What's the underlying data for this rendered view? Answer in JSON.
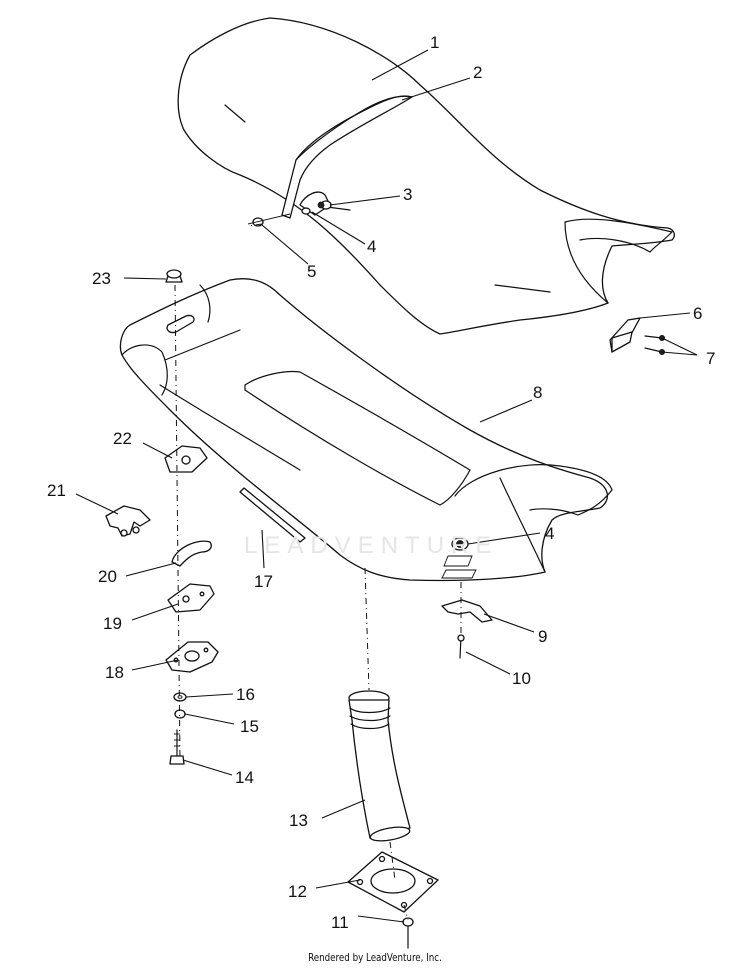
{
  "diagram": {
    "callouts": [
      {
        "id": "c1",
        "text": "1"
      },
      {
        "id": "c2",
        "text": "2"
      },
      {
        "id": "c3",
        "text": "3"
      },
      {
        "id": "c4a",
        "text": "4"
      },
      {
        "id": "c5",
        "text": "5"
      },
      {
        "id": "c6",
        "text": "6"
      },
      {
        "id": "c7",
        "text": "7"
      },
      {
        "id": "c8",
        "text": "8"
      },
      {
        "id": "c4b",
        "text": "4"
      },
      {
        "id": "c9",
        "text": "9"
      },
      {
        "id": "c10",
        "text": "10"
      },
      {
        "id": "c11",
        "text": "11"
      },
      {
        "id": "c12",
        "text": "12"
      },
      {
        "id": "c13",
        "text": "13"
      },
      {
        "id": "c14",
        "text": "14"
      },
      {
        "id": "c15",
        "text": "15"
      },
      {
        "id": "c16",
        "text": "16"
      },
      {
        "id": "c17",
        "text": "17"
      },
      {
        "id": "c18",
        "text": "18"
      },
      {
        "id": "c19",
        "text": "19"
      },
      {
        "id": "c20",
        "text": "20"
      },
      {
        "id": "c21",
        "text": "21"
      },
      {
        "id": "c22",
        "text": "22"
      },
      {
        "id": "c23",
        "text": "23"
      }
    ],
    "watermark": "LEADVENTURE",
    "footer": "Rendered by LeadVenture, Inc."
  }
}
